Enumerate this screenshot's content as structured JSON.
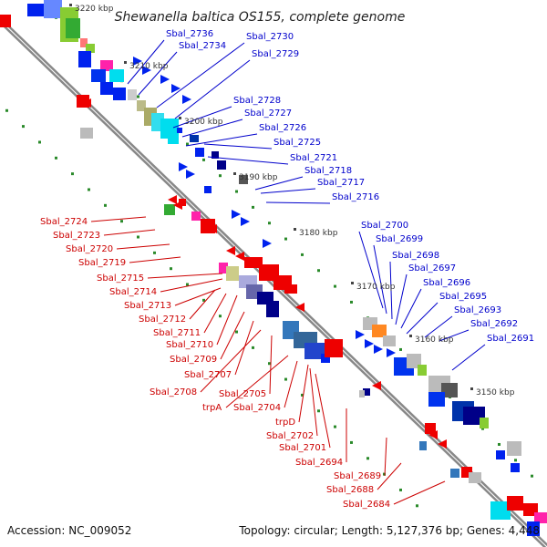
{
  "title": "Shewanella baltica OS155, complete genome",
  "footer": {
    "accession": "Accession: NC_009052",
    "stats": "Topology: circular; Length: 5,127,376 bp; Genes: 4,448"
  },
  "colors": {
    "forward_label": "#0000cc",
    "reverse_label": "#cc0000",
    "backbone": "#888888",
    "forward_arrow": "#0022ee",
    "reverse_arrow": "#ee0000",
    "tick_dot": "#2a8a2a"
  },
  "scale_ticks": [
    "3220 kbp",
    "3210 kbp",
    "3200 kbp",
    "3190 kbp",
    "3180 kbp",
    "3170 kbp",
    "3160 kbp",
    "3150 kbp"
  ],
  "forward_genes": [
    "Sbal_2736",
    "Sbal_2734",
    "Sbal_2730",
    "Sbal_2729",
    "Sbal_2728",
    "Sbal_2727",
    "Sbal_2726",
    "Sbal_2725",
    "Sbal_2721",
    "Sbal_2718",
    "Sbal_2717",
    "Sbal_2716",
    "Sbal_2700",
    "Sbal_2699",
    "Sbal_2698",
    "Sbal_2697",
    "Sbal_2696",
    "Sbal_2695",
    "Sbal_2693",
    "Sbal_2692",
    "Sbal_2691"
  ],
  "reverse_genes": [
    "Sbal_2724",
    "Sbal_2723",
    "Sbal_2720",
    "Sbal_2719",
    "Sbal_2715",
    "Sbal_2714",
    "Sbal_2713",
    "Sbal_2712",
    "Sbal_2711",
    "Sbal_2710",
    "Sbal_2709",
    "Sbal_2707",
    "Sbal_2708",
    "Sbal_2705",
    "trpA",
    "Sbal_2704",
    "trpD",
    "Sbal_2702",
    "Sbal_2701",
    "Sbal_2694",
    "Sbal_2689",
    "Sbal_2688",
    "Sbal_2684"
  ]
}
